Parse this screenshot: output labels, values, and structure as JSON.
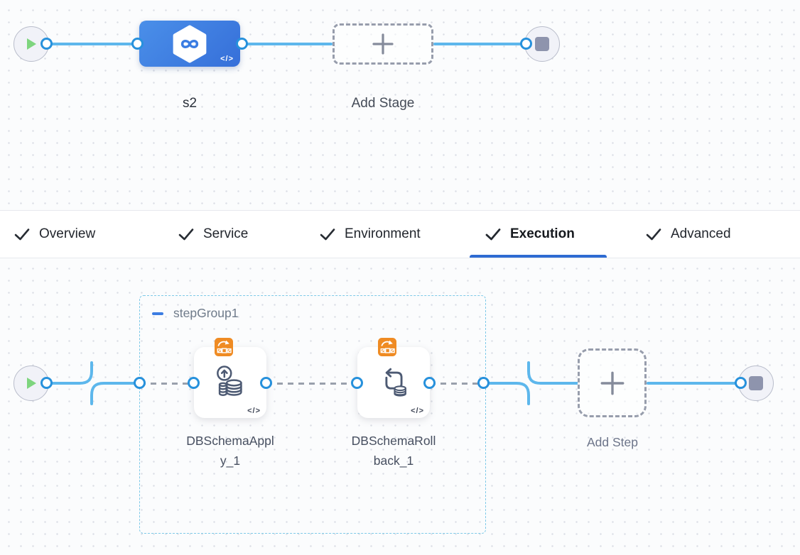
{
  "pipeline_graph": {
    "stage": {
      "name": "s2",
      "code_icon": "</>"
    },
    "add_stage_label": "Add Stage"
  },
  "tab_bar": {
    "tabs": [
      {
        "label": "Overview"
      },
      {
        "label": "Service"
      },
      {
        "label": "Environment"
      },
      {
        "label": "Execution"
      },
      {
        "label": "Advanced"
      }
    ],
    "active_tab": "Execution"
  },
  "execution_graph": {
    "step_group": {
      "name": "stepGroup1"
    },
    "steps": [
      {
        "name": "DBSchemaApply_1",
        "icon": "db-schema-apply",
        "badge": "rolling-deployment-badge",
        "code_icon": "</>"
      },
      {
        "name": "DBSchemaRollback_1",
        "icon": "db-schema-rollback",
        "badge": "rolling-deployment-badge",
        "code_icon": "</>"
      }
    ],
    "add_step_label": "Add Step"
  },
  "colors": {
    "edge_blue": "#5db7ec",
    "port_ring": "#2791dc",
    "stage_blue": "#3f7fe3",
    "tab_underline": "#2e6bd2",
    "step_group_border": "#7ec9e8",
    "badge_orange": "#ef8b23",
    "play_green": "#7ed57e",
    "end_square": "#8e94ad"
  }
}
